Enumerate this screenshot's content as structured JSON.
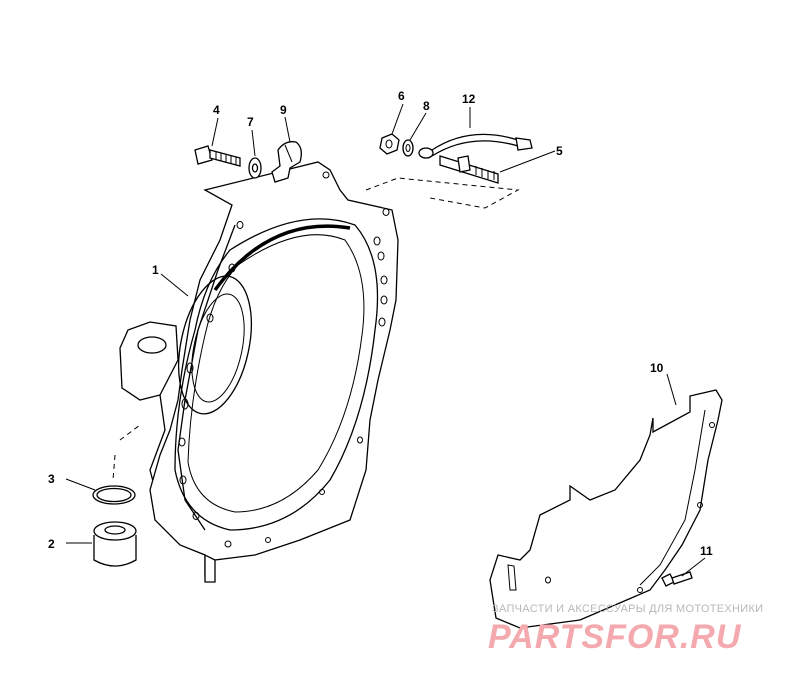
{
  "callouts": {
    "c1": "1",
    "c2": "2",
    "c3": "3",
    "c4": "4",
    "c5": "5",
    "c6": "6",
    "c7": "7",
    "c8": "8",
    "c9": "9",
    "c10": "10",
    "c11": "11",
    "c12": "12"
  },
  "watermark": {
    "tagline": "ЗАПЧАСТИ И АКСЕССУАРЫ ДЛЯ МОТОТЕХНИКИ",
    "brand": "PARTSFOR.RU",
    "brand_color": "#f3a9ad"
  }
}
